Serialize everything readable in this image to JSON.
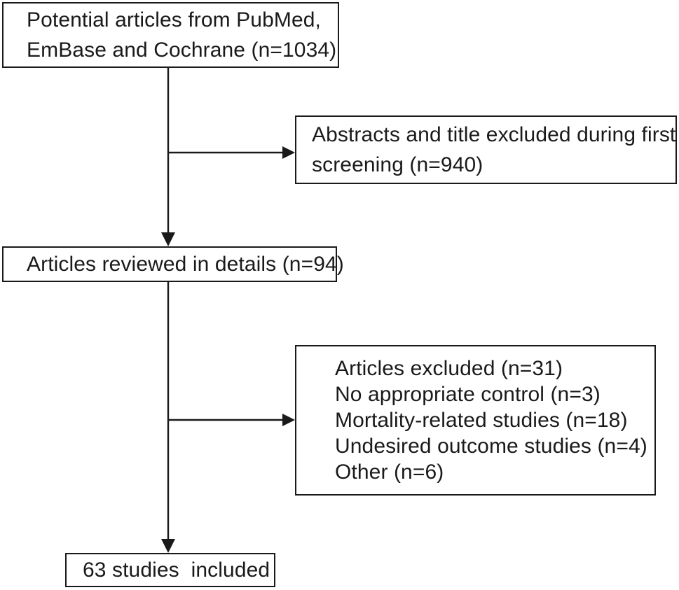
{
  "diagram": {
    "title": "Study selection flow diagram",
    "type": "flowchart",
    "orientation": "top-to-bottom",
    "stroke_color": "#1a1a1a",
    "background_color": "#ffffff",
    "nodes": [
      {
        "id": "identification",
        "role": "source-records",
        "lines": [
          "Potential articles from PubMed,",
          "EmBase and Cochrane (n=1034)"
        ],
        "count": 1034
      },
      {
        "id": "screening-excluded",
        "role": "exclusion-first-pass",
        "lines": [
          "Abstracts and title excluded during first",
          "screening (n=940)"
        ],
        "count": 940
      },
      {
        "id": "reviewed",
        "role": "full-text-reviewed",
        "lines": [
          "Articles reviewed in details (n=94)"
        ],
        "count": 94
      },
      {
        "id": "eligibility-excluded",
        "role": "exclusion-second-pass",
        "lines": [
          "Articles excluded (n=31)",
          "No appropriate control (n=3)",
          "Mortality-related studies (n=18)",
          "Undesired outcome studies (n=4)",
          "Other (n=6)"
        ],
        "count": 31,
        "reasons": [
          {
            "label": "No appropriate control",
            "count": 3
          },
          {
            "label": "Mortality-related studies",
            "count": 18
          },
          {
            "label": "Undesired outcome studies",
            "count": 4
          },
          {
            "label": "Other",
            "count": 6
          }
        ]
      },
      {
        "id": "included",
        "role": "studies-included",
        "lines": [
          "63 studies  included"
        ],
        "count": 63
      }
    ],
    "edges": [
      {
        "from": "identification",
        "to": "screening-excluded",
        "style": "elbow-right",
        "arrow": true
      },
      {
        "from": "identification",
        "to": "reviewed",
        "style": "straight-down",
        "arrow": true
      },
      {
        "from": "reviewed",
        "to": "eligibility-excluded",
        "style": "elbow-right",
        "arrow": true
      },
      {
        "from": "reviewed",
        "to": "included",
        "style": "straight-down",
        "arrow": true
      }
    ]
  }
}
